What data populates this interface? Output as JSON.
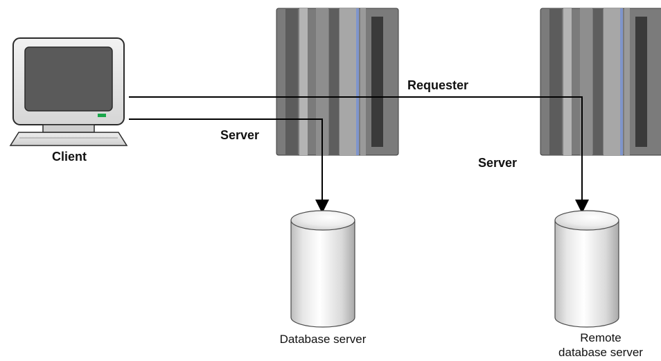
{
  "labels": {
    "client": "Client",
    "requester": "Requester",
    "server_local": "Server",
    "server_remote": "Server",
    "database_server": "Database server",
    "remote_db_line1": "Remote",
    "remote_db_line2": "database server"
  },
  "icons": {
    "client": "computer-monitor-icon",
    "server": "server-rack-icon",
    "database": "database-cylinder-icon"
  },
  "colors": {
    "line": "#000000",
    "server_body": "#7b7b7b",
    "server_accent": "#7f95cc",
    "monitor_screen": "#5a5a5a",
    "power_led": "#19a64a"
  }
}
